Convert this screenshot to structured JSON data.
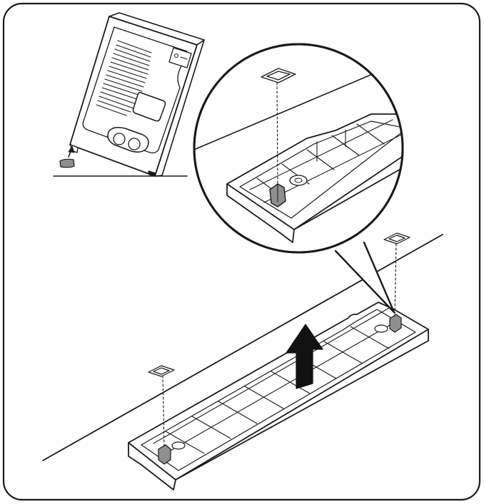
{
  "figure": {
    "frame": "rounded-border-panel",
    "style": "black line art on white",
    "colors": {
      "line": "#1a1a1a",
      "fill": "#ffffff",
      "shade": "#8f8f8f",
      "arrow": "#111111"
    },
    "parts": [
      {
        "name": "washer-body",
        "view": "rear, tilted"
      },
      {
        "name": "foot-pad",
        "count": 1
      },
      {
        "name": "base-tray",
        "count": 1
      },
      {
        "name": "clip",
        "count": 3
      },
      {
        "name": "pad-outline",
        "count": 3
      },
      {
        "name": "lift-arrow",
        "direction": "up"
      },
      {
        "name": "magnifier-callout",
        "shape": "circle"
      }
    ]
  }
}
